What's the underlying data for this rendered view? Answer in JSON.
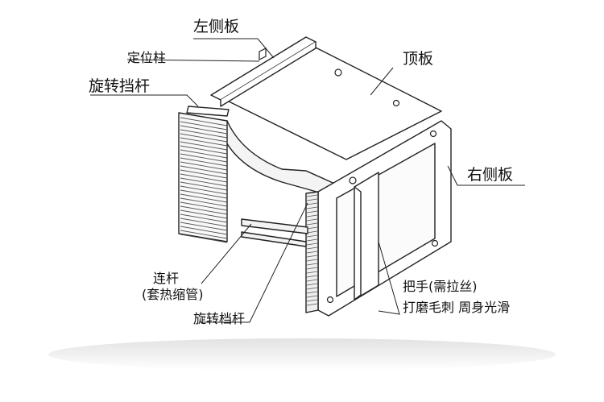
{
  "labels": {
    "left_side_plate": "左侧板",
    "locating_pin": "定位柱",
    "rotating_lever_top": "旋转挡杆",
    "top_plate": "顶板",
    "right_side_plate": "右侧板",
    "connecting_rod_line1": "连杆",
    "connecting_rod_line2": "(套热缩管)",
    "rotating_lever_bottom": "旋转档杆",
    "handle_line1": "把手(需拉丝)",
    "handle_line2": "打磨毛刺 周身光滑"
  }
}
